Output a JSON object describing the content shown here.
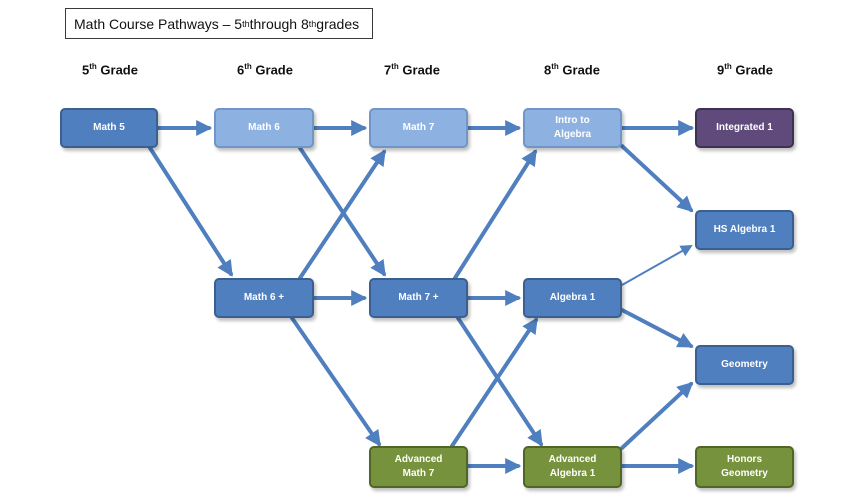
{
  "title": {
    "part1": "Math Course Pathways – 5",
    "sup1": "th",
    "part2": " through 8",
    "sup2": "th",
    "part3": " grades"
  },
  "grades": [
    {
      "num": "5",
      "sup": "th",
      "label": " Grade"
    },
    {
      "num": "6",
      "sup": "th",
      "label": " Grade"
    },
    {
      "num": "7",
      "sup": "th",
      "label": " Grade"
    },
    {
      "num": "8",
      "sup": "th",
      "label": " Grade"
    },
    {
      "num": "9",
      "sup": "th",
      "label": " Grade"
    }
  ],
  "nodes": {
    "math5": "Math 5",
    "math6": "Math 6",
    "math6plus": "Math 6 +",
    "math7": "Math 7",
    "math7plus": "Math 7 +",
    "adv_math7": "Advanced\nMath 7",
    "intro_algebra": "Intro to\nAlgebra",
    "algebra1": "Algebra 1",
    "adv_algebra1": "Advanced\nAlgebra 1",
    "integrated1": "Integrated 1",
    "hs_algebra1": "HS Algebra 1",
    "geometry": "Geometry",
    "honors_geometry": "Honors\nGeometry"
  },
  "colors": {
    "arrow": "#4f7fbf",
    "blue_node": "#4f7fbf",
    "light_node": "#8db2e1",
    "green_node": "#76923c",
    "purple_node": "#5f4a7b"
  }
}
